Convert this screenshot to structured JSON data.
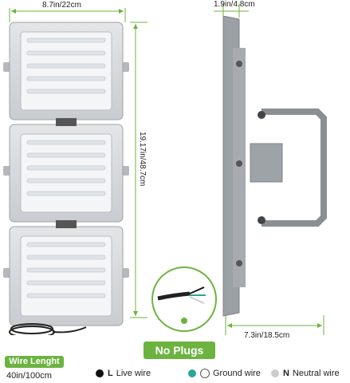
{
  "dimensions": {
    "width_label": "8.7in/22cm",
    "height_label": "19.17in/48.7cm",
    "depth_label": "1.9in/4.8cm",
    "bracket_label": "7.3in/18.5cm"
  },
  "badges": {
    "no_plugs": "No Plugs",
    "wire_length_title": "Wire Lenght",
    "wire_length_value": "40in/100cm"
  },
  "legend": [
    {
      "key": "L",
      "label": "Live wire",
      "color": "#111111"
    },
    {
      "key": "",
      "label": "Ground wire",
      "color": "#2aa59a"
    },
    {
      "key": "N",
      "label": "Neutral wire",
      "color": "#cccccc"
    }
  ],
  "colors": {
    "accent": "#6cb33f",
    "panel": "#d8dadc",
    "panel_dark": "#a9adb1",
    "led": "#f4f6f8"
  }
}
